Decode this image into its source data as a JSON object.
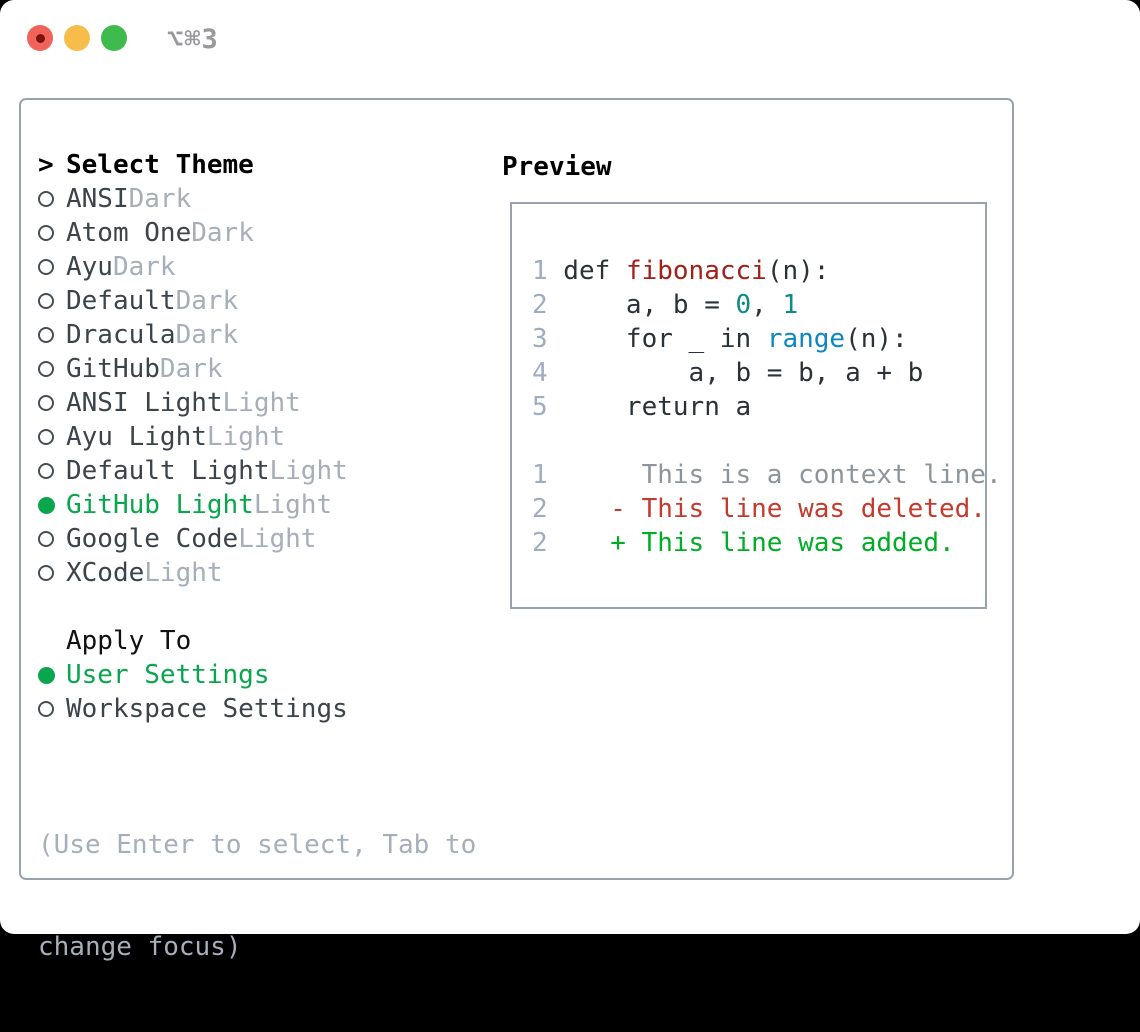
{
  "titlebar": {
    "shortcut": "⌥⌘3"
  },
  "theme_picker": {
    "prompt": ">",
    "header": "Select Theme",
    "items": [
      {
        "name": "ANSI",
        "variant": "Dark",
        "selected": false
      },
      {
        "name": "Atom One",
        "variant": "Dark",
        "selected": false
      },
      {
        "name": "Ayu",
        "variant": "Dark",
        "selected": false
      },
      {
        "name": "Default",
        "variant": "Dark",
        "selected": false
      },
      {
        "name": "Dracula",
        "variant": "Dark",
        "selected": false
      },
      {
        "name": "GitHub",
        "variant": "Dark",
        "selected": false
      },
      {
        "name": "ANSI Light",
        "variant": "Light",
        "selected": false
      },
      {
        "name": "Ayu Light",
        "variant": "Light",
        "selected": false
      },
      {
        "name": "Default Light",
        "variant": "Light",
        "selected": false
      },
      {
        "name": "GitHub Light",
        "variant": "Light",
        "selected": true
      },
      {
        "name": "Google Code",
        "variant": "Light",
        "selected": false
      },
      {
        "name": "XCode",
        "variant": "Light",
        "selected": false
      }
    ]
  },
  "apply_to": {
    "header": "Apply To",
    "options": [
      {
        "label": "User Settings",
        "selected": true
      },
      {
        "label": "Workspace Settings",
        "selected": false
      }
    ]
  },
  "hint": {
    "line1": "(Use Enter to select, Tab to",
    "line2": "change focus)"
  },
  "preview": {
    "header": "Preview",
    "lines": [
      {
        "num": "1",
        "tokens": [
          {
            "t": " def ",
            "c": "p"
          },
          {
            "t": "fibonacci",
            "c": "fn"
          },
          {
            "t": "(n):",
            "c": "p"
          }
        ]
      },
      {
        "num": "2",
        "tokens": [
          {
            "t": "     a, b = ",
            "c": "p"
          },
          {
            "t": "0",
            "c": "nu"
          },
          {
            "t": ", ",
            "c": "p"
          },
          {
            "t": "1",
            "c": "nu"
          }
        ]
      },
      {
        "num": "3",
        "tokens": [
          {
            "t": "     for _ in ",
            "c": "p"
          },
          {
            "t": "range",
            "c": "bi"
          },
          {
            "t": "(n):",
            "c": "p"
          }
        ]
      },
      {
        "num": "4",
        "tokens": [
          {
            "t": "         a, b = b, a + b",
            "c": "p"
          }
        ]
      },
      {
        "num": "5",
        "tokens": [
          {
            "t": "     return a",
            "c": "p"
          }
        ]
      },
      {
        "num": "",
        "tokens": []
      },
      {
        "num": "1",
        "tokens": [
          {
            "t": "      This is a context line.",
            "c": "ctx"
          }
        ]
      },
      {
        "num": "2",
        "tokens": [
          {
            "t": "    - This line was deleted.",
            "c": "del"
          }
        ]
      },
      {
        "num": "2",
        "tokens": [
          {
            "t": "    + This line was added.",
            "c": "add"
          }
        ]
      }
    ]
  },
  "colors": {
    "panel_border": "#99a3ad",
    "selection_green": "#0aa64e",
    "item_text": "#3c434b",
    "muted_text": "#a6aeb9",
    "code_function_red": "#a32019",
    "code_number_teal": "#0d8a8a",
    "code_builtin_blue": "#0d87c4",
    "diff_deleted_red": "#c43a2c",
    "diff_added_green": "#00ad25",
    "line_number": "#9fadc0",
    "traffic_red": "#f0635a",
    "traffic_yellow": "#f6bd4b",
    "traffic_green": "#3fbb4d"
  }
}
